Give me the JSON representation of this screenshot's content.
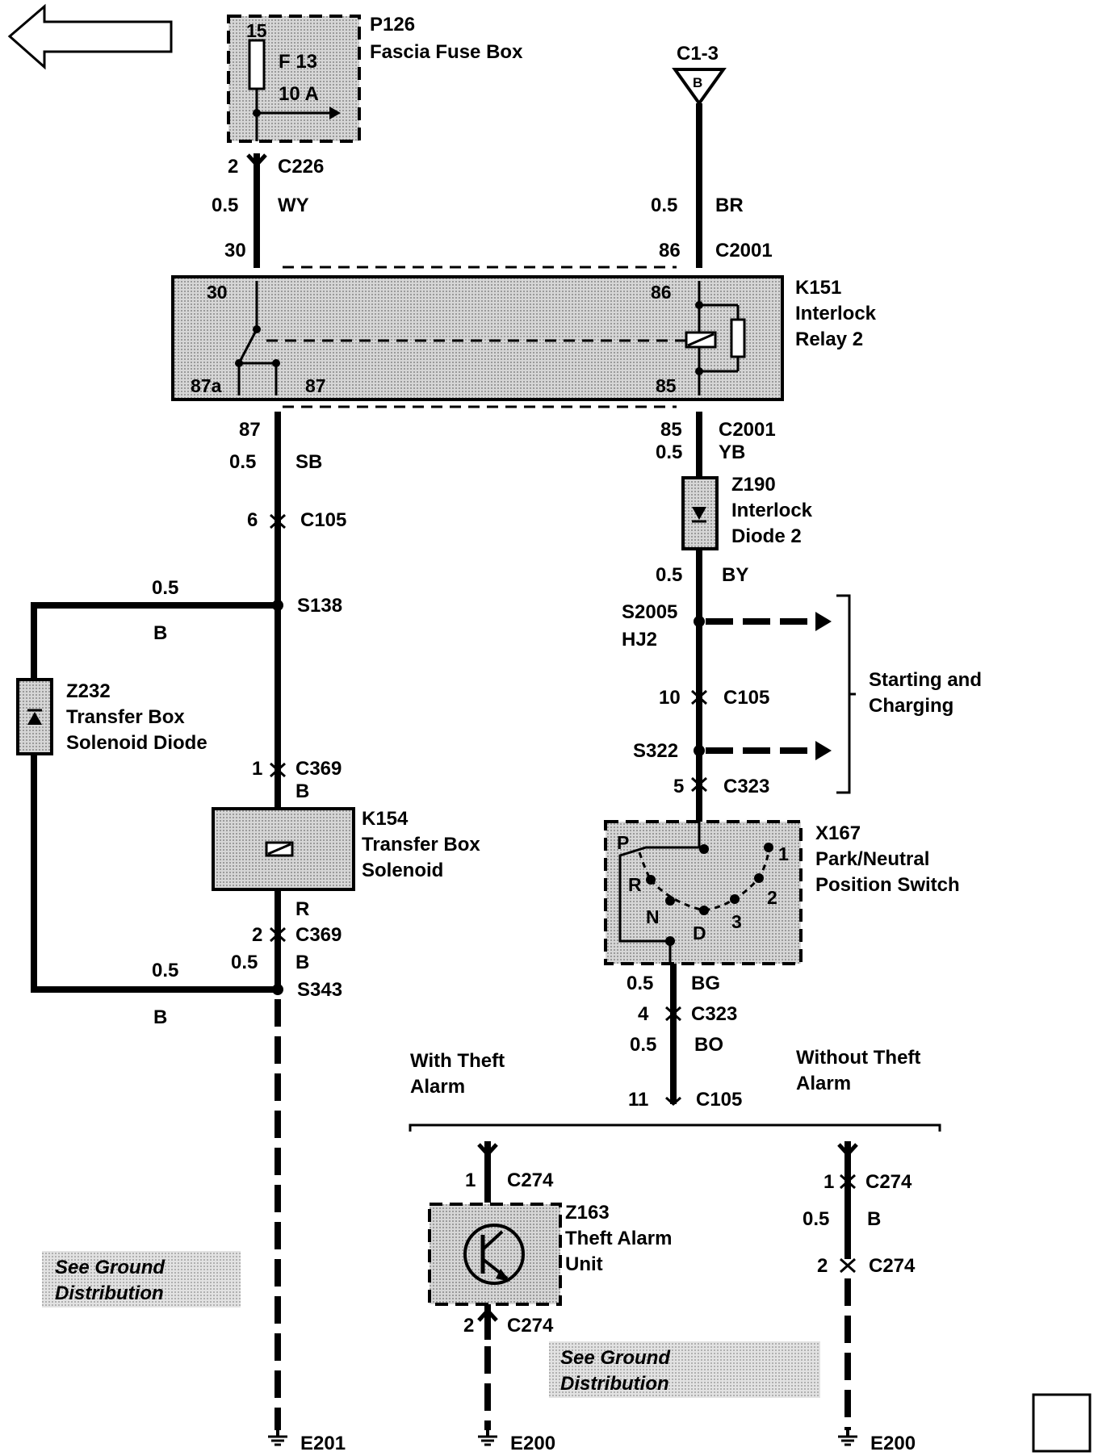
{
  "colors": {
    "ink": "#000000",
    "shade": "#c8c8c8",
    "paper": "#ffffff"
  },
  "icons": {
    "nav": "left-arrow-icon",
    "fuse": "fuse-icon",
    "relay": "relay-coil-icon",
    "diode": "diode-icon",
    "transistor": "transistor-icon",
    "ground": "ground-icon",
    "corner": "blank-square-icon"
  },
  "fuse_box": {
    "id": "P126",
    "name": "Fascia Fuse Box",
    "pin": "15",
    "fuse": "F 13",
    "rating": "10 A"
  },
  "c1_3": {
    "label": "C1-3",
    "letter": "B"
  },
  "left_wire_top": {
    "pin": "2",
    "connector": "C226",
    "size": "0.5",
    "color": "WY",
    "pin_relay": "30"
  },
  "right_wire_top": {
    "size": "0.5",
    "color": "BR",
    "pin_relay": "86",
    "connector": "C2001"
  },
  "relay": {
    "id": "K151",
    "line1": "Interlock",
    "line2": "Relay 2",
    "pin30": "30",
    "pin86": "86",
    "pin87a": "87a",
    "pin87": "87",
    "pin85": "85"
  },
  "left_below_relay": {
    "pin": "87",
    "size": "0.5",
    "color": "SB",
    "c105_pin": "6",
    "c105": "C105"
  },
  "s138": {
    "label": "S138",
    "size": "0.5",
    "color": "B"
  },
  "z232": {
    "id": "Z232",
    "line1": "Transfer Box",
    "line2": "Solenoid Diode"
  },
  "c369_top": {
    "pin": "1",
    "connector": "C369",
    "color": "B"
  },
  "k154": {
    "id": "K154",
    "line1": "Transfer Box",
    "line2": "Solenoid"
  },
  "below_k154": {
    "color": "R",
    "pin": "2",
    "connector": "C369",
    "size": "0.5",
    "color2": "B"
  },
  "s343": {
    "label": "S343",
    "size": "0.5",
    "color": "B"
  },
  "ground_note_left": {
    "line1": "See Ground",
    "line2": "Distribution"
  },
  "e201": "E201",
  "right_below_relay": {
    "pin": "85",
    "connector": "C2001",
    "size": "0.5",
    "color": "YB"
  },
  "z190": {
    "id": "Z190",
    "line1": "Interlock",
    "line2": "Diode 2"
  },
  "after_z190": {
    "size": "0.5",
    "color": "BY"
  },
  "s2005": {
    "label": "S2005",
    "sub": "HJ2"
  },
  "c105_10": {
    "pin": "10",
    "connector": "C105"
  },
  "s322": "S322",
  "c323_5": {
    "pin": "5",
    "connector": "C323"
  },
  "starting": {
    "line1": "Starting and",
    "line2": "Charging"
  },
  "x167": {
    "id": "X167",
    "line1": "Park/Neutral",
    "line2": "Position Switch",
    "p": "P",
    "r": "R",
    "n": "N",
    "d": "D",
    "n1": "1",
    "n2": "2",
    "n3": "3"
  },
  "below_x167": {
    "size": "0.5",
    "color": "BG",
    "pin": "4",
    "connector": "C323",
    "size2": "0.5",
    "color2": "BO",
    "pin11": "11",
    "c105": "C105"
  },
  "with_theft": {
    "line1": "With Theft",
    "line2": "Alarm"
  },
  "without_theft": {
    "line1": "Without Theft",
    "line2": "Alarm"
  },
  "theft_left": {
    "pin1": "1",
    "c274a": "C274",
    "id": "Z163",
    "line1": "Theft Alarm",
    "line2": "Unit",
    "pin2": "2",
    "c274b": "C274"
  },
  "ground_note_mid": {
    "line1": "See Ground",
    "line2": "Distribution"
  },
  "e200_mid": "E200",
  "theft_right": {
    "pin1": "1",
    "c274a": "C274",
    "size": "0.5",
    "color": "B",
    "pin2": "2",
    "c274b": "C274"
  },
  "e200_right": "E200"
}
